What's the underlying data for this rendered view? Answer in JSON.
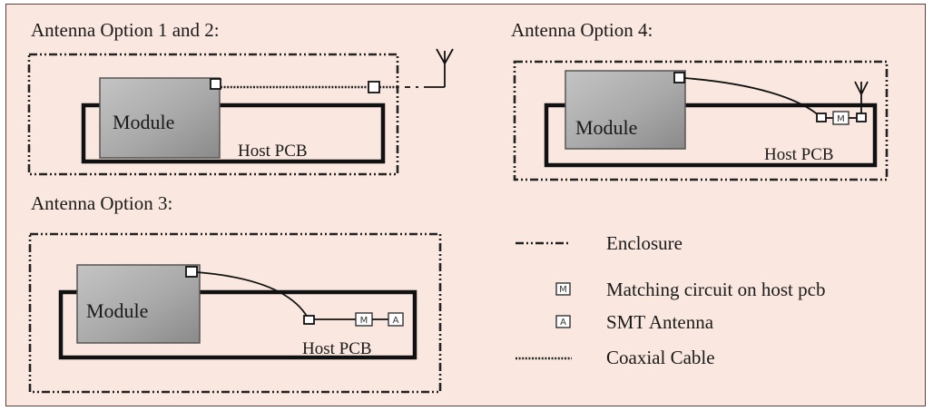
{
  "option12": {
    "title": "Antenna Option 1 and 2:",
    "module_label": "Module",
    "pcb_label": "Host PCB"
  },
  "option4": {
    "title": "Antenna Option 4:",
    "module_label": "Module",
    "pcb_label": "Host PCB",
    "matching_symbol": "M"
  },
  "option3": {
    "title": "Antenna Option 3:",
    "module_label": "Module",
    "pcb_label": "Host PCB",
    "matching_symbol": "M",
    "antenna_symbol": "A"
  },
  "legend": {
    "enclosure": "Enclosure",
    "matching_symbol": "M",
    "matching": "Matching circuit on host pcb",
    "antenna_symbol": "A",
    "smt_antenna": "SMT Antenna",
    "coaxial_cable": "Coaxial Cable"
  },
  "colors": {
    "background": "#fae8e0",
    "module_fill_light": "#cfcfcf",
    "module_fill_dark": "#8a8a8a",
    "line": "#111111"
  }
}
